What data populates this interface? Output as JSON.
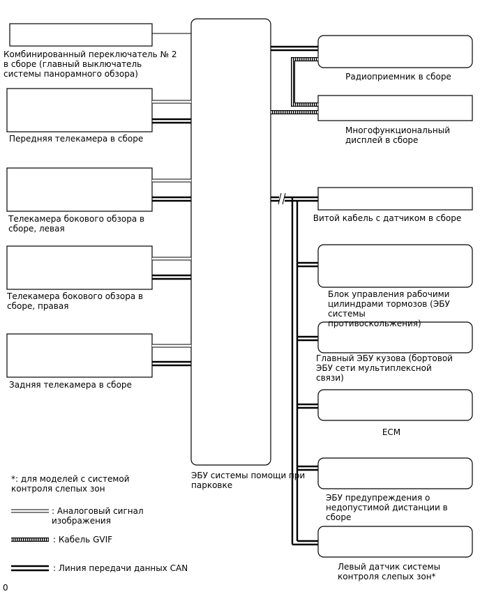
{
  "components": {
    "combo_switch": [
      "Комбинированный переключатель № 2",
      "в сборе (главный выключатель",
      "системы панорамного обзора)"
    ],
    "front_camera": [
      "Передняя телекамера в сборе"
    ],
    "side_camera_left": [
      "Телекамера бокового обзора в",
      "сборе, левая"
    ],
    "side_camera_right": [
      "Телекамера бокового обзора в",
      "сборе, правая"
    ],
    "rear_camera": [
      "Задняя телекамера в сборе"
    ],
    "parking_ecu": [
      "ЭБУ системы помощи при",
      "парковке"
    ],
    "radio": [
      "Радиоприемник в сборе"
    ],
    "multi_display": [
      "Многофункциональный",
      "дисплей в сборе"
    ],
    "spiral_cable": [
      "Витой кабель с датчиком в сборе"
    ],
    "brake_actuator": [
      "Блок управления рабочими",
      "цилиндрами тормозов (ЭБУ",
      "системы",
      "противоскольжения)"
    ],
    "main_body_ecu": [
      "Главный ЭБУ кузова (бортовой",
      "ЭБУ сети мультиплексной",
      "связи)"
    ],
    "ecm": [
      "ECM"
    ],
    "clearance_warning_ecu": [
      "ЭБУ предупреждения о",
      "недопустимой дистанции в",
      "сборе"
    ],
    "blind_spot_sensor_left": [
      "Левый датчик системы",
      "контроля слепых зон*"
    ]
  },
  "notes": {
    "footnote": [
      "*: для моделей с системой",
      "контроля слепых зон"
    ]
  },
  "legend": {
    "analog": ": Аналоговый сигнал",
    "analog2": "изображения",
    "gvif": ": Кабель GVIF",
    "can": ": Линия передачи данных CAN"
  },
  "corner_mark": "0"
}
